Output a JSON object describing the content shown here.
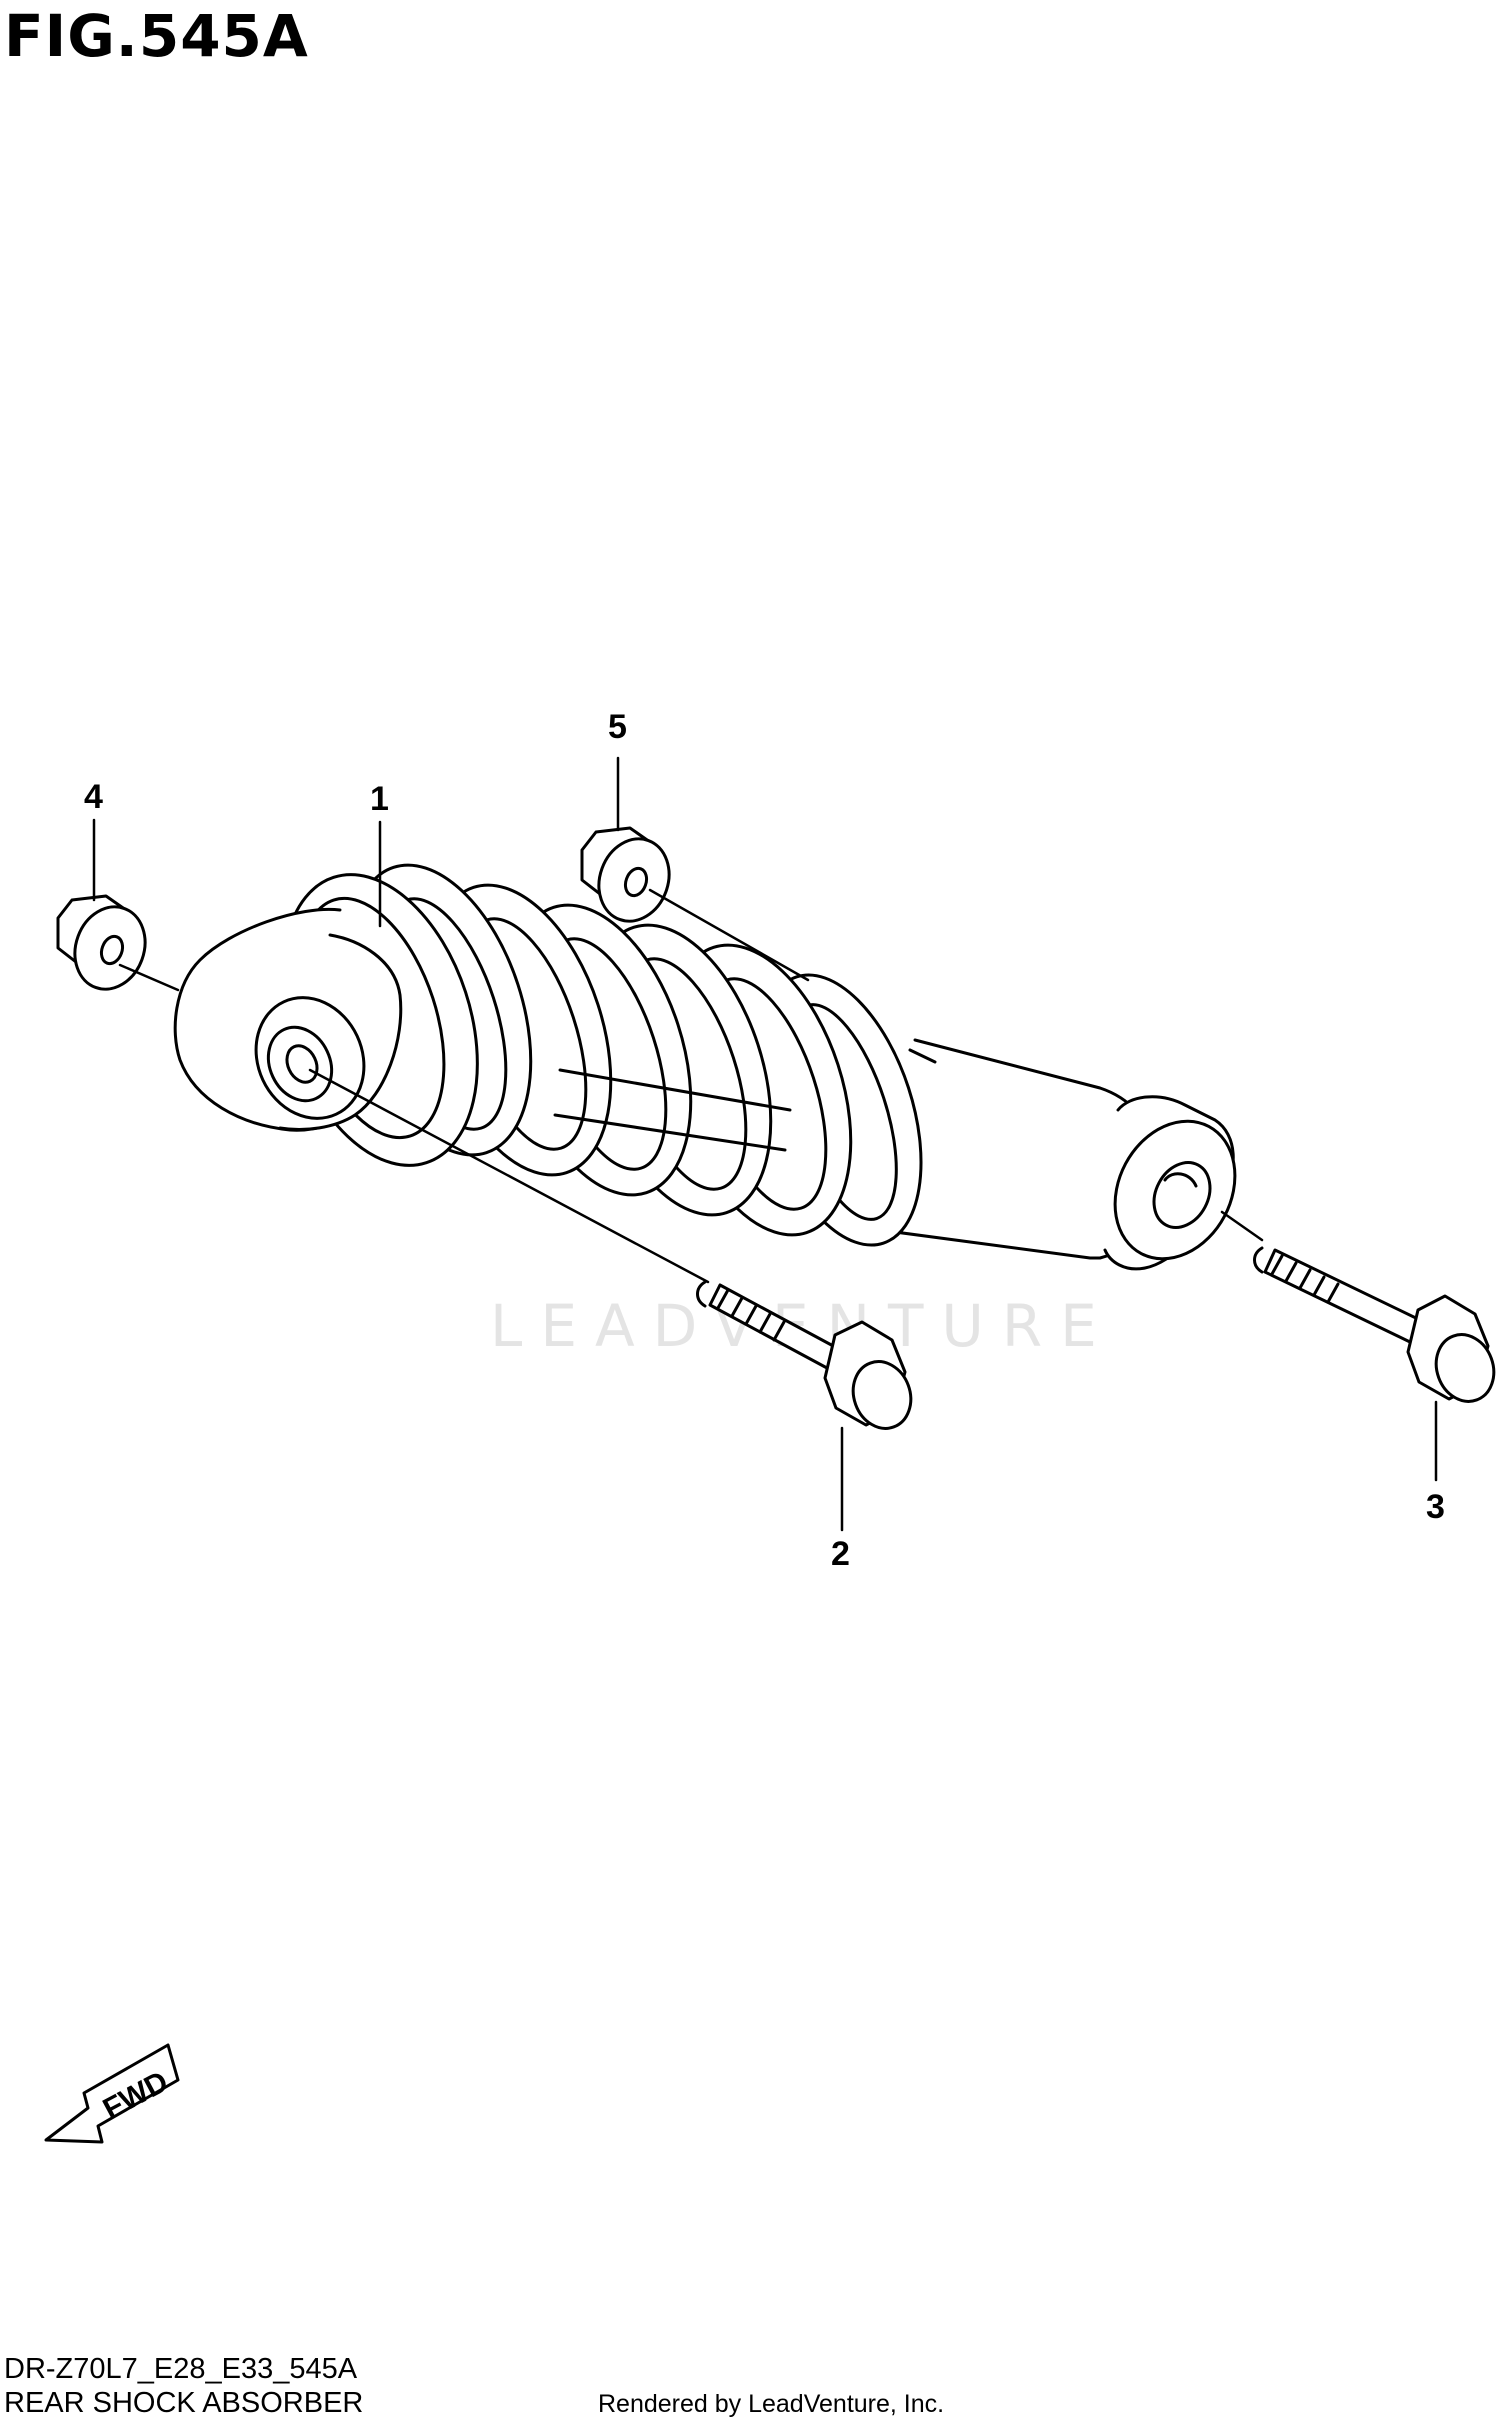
{
  "figure": {
    "title": "FIG.545A"
  },
  "callouts": [
    {
      "id": "1",
      "label": "1"
    },
    {
      "id": "2",
      "label": "2"
    },
    {
      "id": "3",
      "label": "3"
    },
    {
      "id": "4",
      "label": "4"
    },
    {
      "id": "5",
      "label": "5"
    }
  ],
  "direction_marker": {
    "label": "FWD"
  },
  "watermark": {
    "text": "LEADVENTURE"
  },
  "footer": {
    "model_code": "DR-Z70L7_E28_E33_545A",
    "section_title": "REAR SHOCK ABSORBER",
    "credit": "Rendered by LeadVenture, Inc."
  }
}
